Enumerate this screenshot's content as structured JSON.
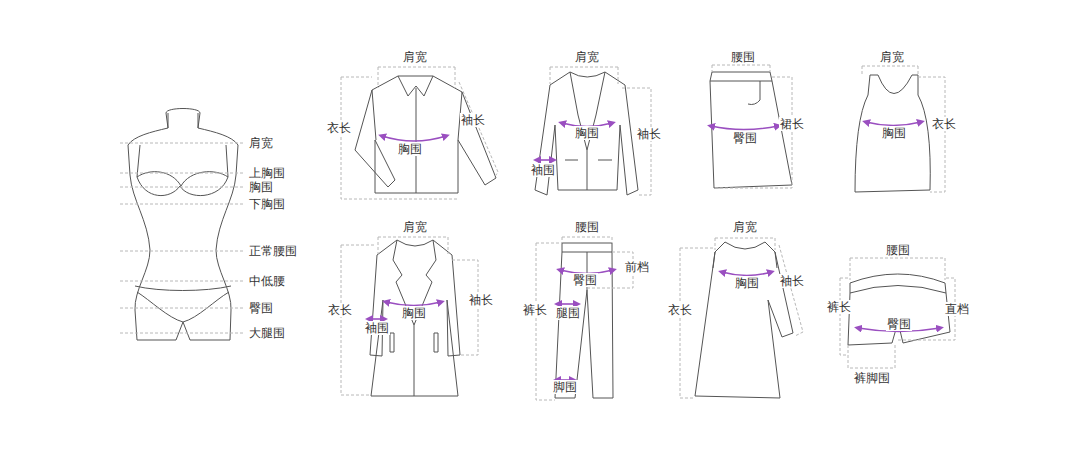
{
  "diagram": {
    "labels": [
      "肩宽",
      "上胸围",
      "胸围",
      "下胸围",
      "正常腰围",
      "中低腰",
      "臀围",
      "大腿围",
      "肩宽",
      "衣长",
      "袖长",
      "胸围",
      "肩宽",
      "胸围",
      "袖长",
      "袖围",
      "腰围",
      "裙长",
      "臀围",
      "肩宽",
      "胸围",
      "衣长",
      "肩宽",
      "衣长",
      "袖长",
      "胸围",
      "袖围",
      "腰围",
      "前档",
      "臀围",
      "裤长",
      "腿围",
      "脚围",
      "肩宽",
      "衣长",
      "袖长",
      "胸围",
      "腰围",
      "裤长",
      "直档",
      "臀围",
      "裤脚围"
    ]
  }
}
